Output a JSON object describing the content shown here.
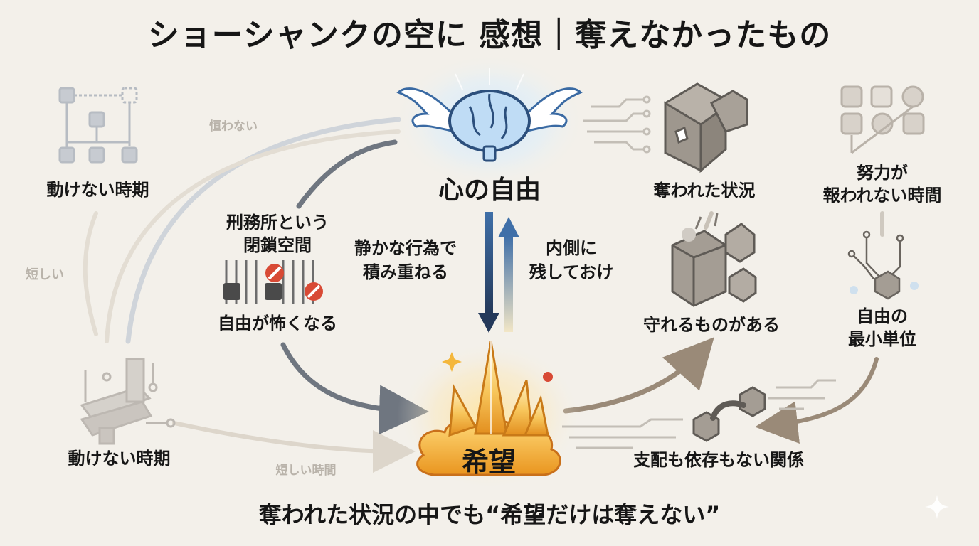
{
  "title": "ショーシャンクの空に 感想｜奪えなかったもの",
  "footer": "奪われた状況の中でも“希望だけは奪えない”",
  "nodes": {
    "freedom_of_mind": "心の自由",
    "hope": "希望",
    "prison_line1": "刑務所という",
    "prison_line2": "閉鎖空間",
    "fear_freedom": "自由が怖くなる",
    "stuck_period_top": "動けない時期",
    "stuck_period_bottom": "動けない時期",
    "taken_situation": "奪われた状況",
    "something_to_protect": "守れるものがある",
    "effort_line1": "努力が",
    "effort_line2": "報われない時間",
    "min_unit_line1": "自由の",
    "min_unit_line2": "最小単位",
    "relationship": "支配も依存もない関係"
  },
  "arrows": {
    "down_line1": "静かな行為で",
    "down_line2": "積み重ねる",
    "up_line1": "内側に",
    "up_line2": "残しておけ"
  },
  "faint_labels": {
    "fearless": "恒わない",
    "short": "短しい",
    "short_time": "短しい時間"
  },
  "colors": {
    "background": "#f3f0ea",
    "arrow_gray": "#6f7680",
    "arrow_blue": "#2f4d76",
    "arrow_brown": "#9a8a78",
    "hope_gold": "#f0a82a",
    "prohibit_red": "#d84a35"
  }
}
